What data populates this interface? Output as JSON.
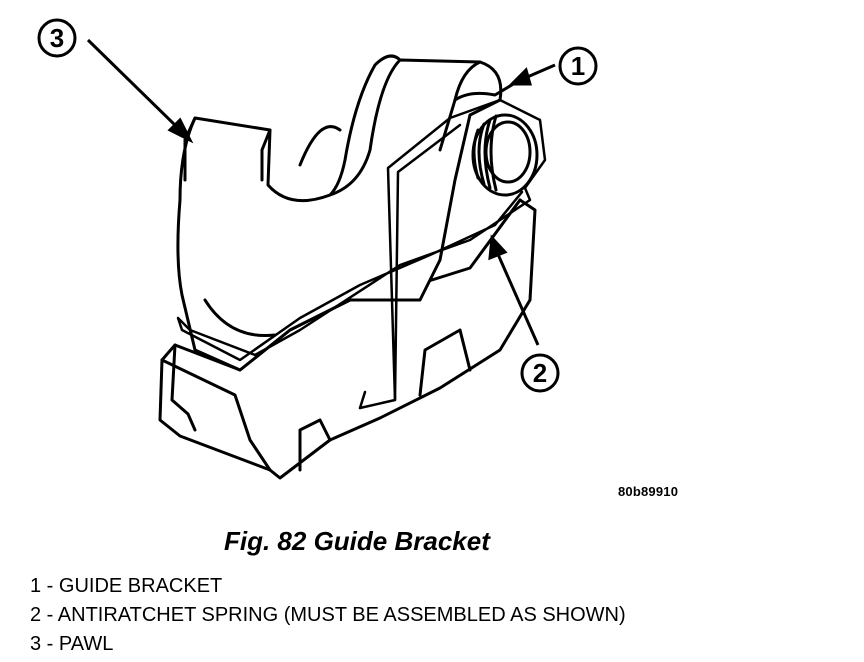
{
  "figure": {
    "image_code": "80b89910",
    "caption": "Fig. 82 Guide Bracket",
    "callouts": [
      {
        "number": "1"
      },
      {
        "number": "2"
      },
      {
        "number": "3"
      }
    ]
  },
  "legend": {
    "items": [
      {
        "text": "1 - GUIDE BRACKET"
      },
      {
        "text": "2 - ANTIRATCHET SPRING (MUST BE ASSEMBLED AS SHOWN)"
      },
      {
        "text": "3 - PAWL"
      }
    ]
  }
}
